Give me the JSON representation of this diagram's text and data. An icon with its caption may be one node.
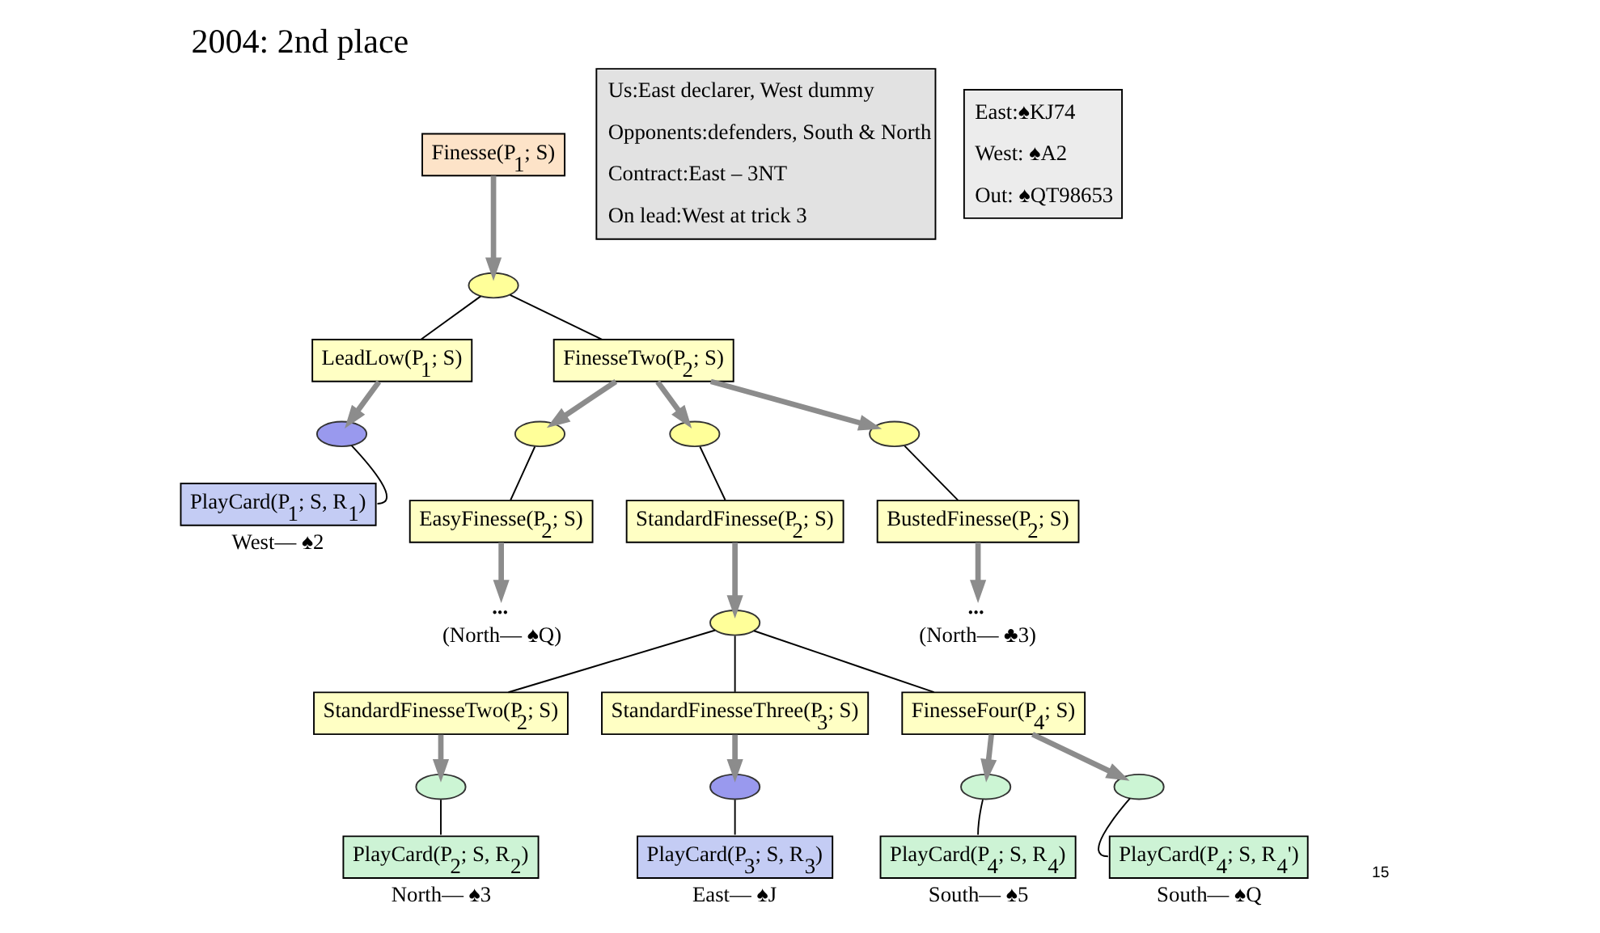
{
  "diagram": {
    "title": "2004: 2nd place",
    "nodes": [
      {
        "text": [
          "Finesse(P$_{1}$; S)"
        ]
      },
      {
        "text": [
          "Us:East declarer, West dummy",
          "Opponents:defenders, South & North",
          "Contract:East – 3NT",
          "On lead:West at trick 3"
        ]
      },
      {
        "text": [
          "East:♠KJ74",
          "West: ♠A2",
          "Out: ♠QT98653"
        ]
      },
      {
        "text": [],
        "shape": "ellipse"
      },
      {
        "text": [
          "LeadLow(P$_{1}$; S)"
        ]
      },
      {
        "text": [
          "FinesseTwo(P$_{2}$; S)"
        ]
      },
      {
        "text": [],
        "shape": "ellipse"
      },
      {
        "text": [],
        "shape": "ellipse"
      },
      {
        "text": [],
        "shape": "ellipse"
      },
      {
        "text": [],
        "shape": "ellipse"
      },
      {
        "text": [
          "PlayCard(P$_{1}$; S, R$_{1}$)"
        ],
        "beside": [
          "West— ♠2"
        ]
      },
      {
        "text": [
          "EasyFinesse(P$_{2}$; S)"
        ]
      },
      {
        "text": [
          "StandardFinesse(P$_{2}$; S)"
        ]
      },
      {
        "text": [
          "BustedFinesse(P$_{2}$; S)"
        ]
      },
      {
        "text": [
          "...",
          "(North— ♠Q)"
        ]
      },
      {
        "text": [],
        "shape": "ellipse"
      },
      {
        "text": [
          "...",
          "(North— ♣3)"
        ]
      },
      {
        "text": [
          "StandardFinesseTwo(P$_{2}$; S)"
        ]
      },
      {
        "text": [
          "StandardFinesseThree(P$_{3}$; S)"
        ]
      },
      {
        "text": [
          "FinesseFour(P$_{4}$; S)"
        ]
      },
      {
        "text": [],
        "shape": "ellipse"
      },
      {
        "text": [],
        "shape": "ellipse"
      },
      {
        "text": [],
        "shape": "ellipse"
      },
      {
        "text": [],
        "shape": "ellipse"
      },
      {
        "text": [
          "PlayCard(P$_{2}$; S, R$_{2}$)"
        ],
        "beside": [
          "North— ♠3"
        ]
      },
      {
        "text": [
          "PlayCard(P$_{3}$; S, R$_{3}$)"
        ],
        "beside": [
          "East— ♠J"
        ]
      },
      {
        "text": [
          "PlayCard(P$_{4}$; S, R$_{4}$)"
        ],
        "beside": [
          "South— ♠5"
        ]
      },
      {
        "text": [
          "PlayCard(P$_{4}$; S, R$_{4}$')"
        ],
        "beside": [
          "South— ♠Q"
        ]
      }
    ],
    "edges": [
      {
        "from": 0,
        "to": 3,
        "arrow": "to",
        "style": "thick",
        "color": "#8c8c8c"
      },
      {
        "from": 3,
        "to": 4,
        "arrow": "none"
      },
      {
        "from": 3,
        "to": 5,
        "arrow": "none"
      },
      {
        "from": 4,
        "to": 6,
        "arrow": "to",
        "style": "thick",
        "color": "#8c8c8c"
      },
      {
        "from": 6,
        "to": 10,
        "arrow": "none"
      },
      {
        "from": 5,
        "to": 7,
        "arrow": "to",
        "style": "thick",
        "color": "#8c8c8c"
      },
      {
        "from": 5,
        "to": 8,
        "arrow": "to",
        "style": "thick",
        "color": "#8c8c8c"
      },
      {
        "from": 5,
        "to": 9,
        "arrow": "to",
        "style": "thick",
        "color": "#8c8c8c"
      },
      {
        "from": 7,
        "to": 11,
        "arrow": "none"
      },
      {
        "from": 8,
        "to": 12,
        "arrow": "none"
      },
      {
        "from": 9,
        "to": 13,
        "arrow": "none"
      },
      {
        "from": 11,
        "to": 14,
        "arrow": "to",
        "style": "thick",
        "color": "#8c8c8c"
      },
      {
        "from": 12,
        "to": 15,
        "arrow": "to",
        "style": "thick",
        "color": "#8c8c8c"
      },
      {
        "from": 13,
        "to": 16,
        "arrow": "to",
        "style": "thick",
        "color": "#8c8c8c"
      },
      {
        "from": 15,
        "to": 17,
        "arrow": "none"
      },
      {
        "from": 15,
        "to": 18,
        "arrow": "none"
      },
      {
        "from": 15,
        "to": 19,
        "arrow": "none"
      },
      {
        "from": 17,
        "to": 20,
        "arrow": "to",
        "style": "thick",
        "color": "#8c8c8c"
      },
      {
        "from": 18,
        "to": 21,
        "arrow": "to",
        "style": "thick",
        "color": "#8c8c8c"
      },
      {
        "from": 19,
        "to": 22,
        "arrow": "to",
        "style": "thick",
        "color": "#8c8c8c"
      },
      {
        "from": 19,
        "to": 23,
        "arrow": "to",
        "style": "thick",
        "color": "#8c8c8c"
      },
      {
        "from": 20,
        "to": 24,
        "arrow": "none"
      },
      {
        "from": 21,
        "to": 25,
        "arrow": "none"
      },
      {
        "from": 22,
        "to": 26,
        "arrow": "none"
      },
      {
        "from": 23,
        "to": 27,
        "arrow": "none"
      }
    ],
    "labels": [
      "15"
    ]
  }
}
